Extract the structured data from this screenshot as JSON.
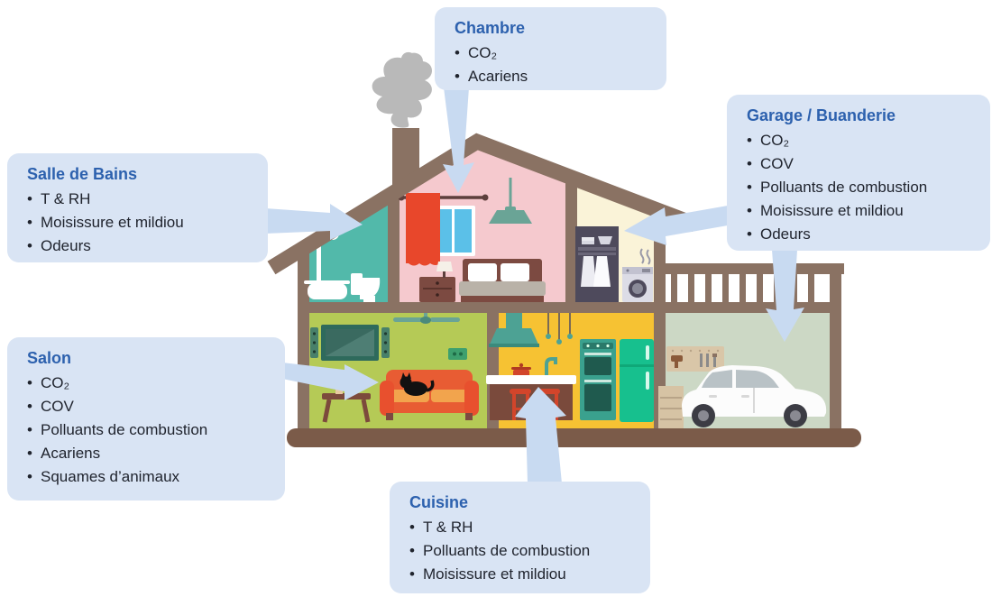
{
  "callouts": [
    {
      "id": "chambre",
      "title": "Chambre",
      "items": [
        "CO₂",
        "Acariens"
      ]
    },
    {
      "id": "salle-de-bains",
      "title": "Salle de Bains",
      "items": [
        "T & RH",
        "Moisissure et mildiou",
        "Odeurs"
      ]
    },
    {
      "id": "garage-buanderie",
      "title": "Garage / Buanderie",
      "items": [
        "CO₂",
        "COV",
        "Polluants de combustion",
        "Moisissure et mildiou",
        "Odeurs"
      ]
    },
    {
      "id": "salon",
      "title": "Salon",
      "items": [
        "CO₂",
        "COV",
        "Polluants de combustion",
        "Acariens",
        "Squames d’animaux"
      ]
    },
    {
      "id": "cuisine",
      "title": "Cuisine",
      "items": [
        "T & RH",
        "Polluants de combustion",
        "Moisissure et mildiou"
      ]
    }
  ],
  "colors": {
    "callout_background": "#d9e4f4",
    "callout_title": "#2d61ae",
    "callout_text": "#20242e",
    "arrow": "#c8daf1",
    "structure_brown": "#8a7263",
    "foundation_brown": "#7b5b49",
    "bathroom_teal": "#52b9aa",
    "bedroom_pink": "#f5c9ce",
    "laundry_cream": "#faf3d8",
    "living_lime": "#b5ca56",
    "kitchen_yellow": "#f6c233",
    "garage_sage": "#ccd8c5",
    "smoke_gray": "#b9b9b9",
    "accent_red": "#e8502e"
  }
}
